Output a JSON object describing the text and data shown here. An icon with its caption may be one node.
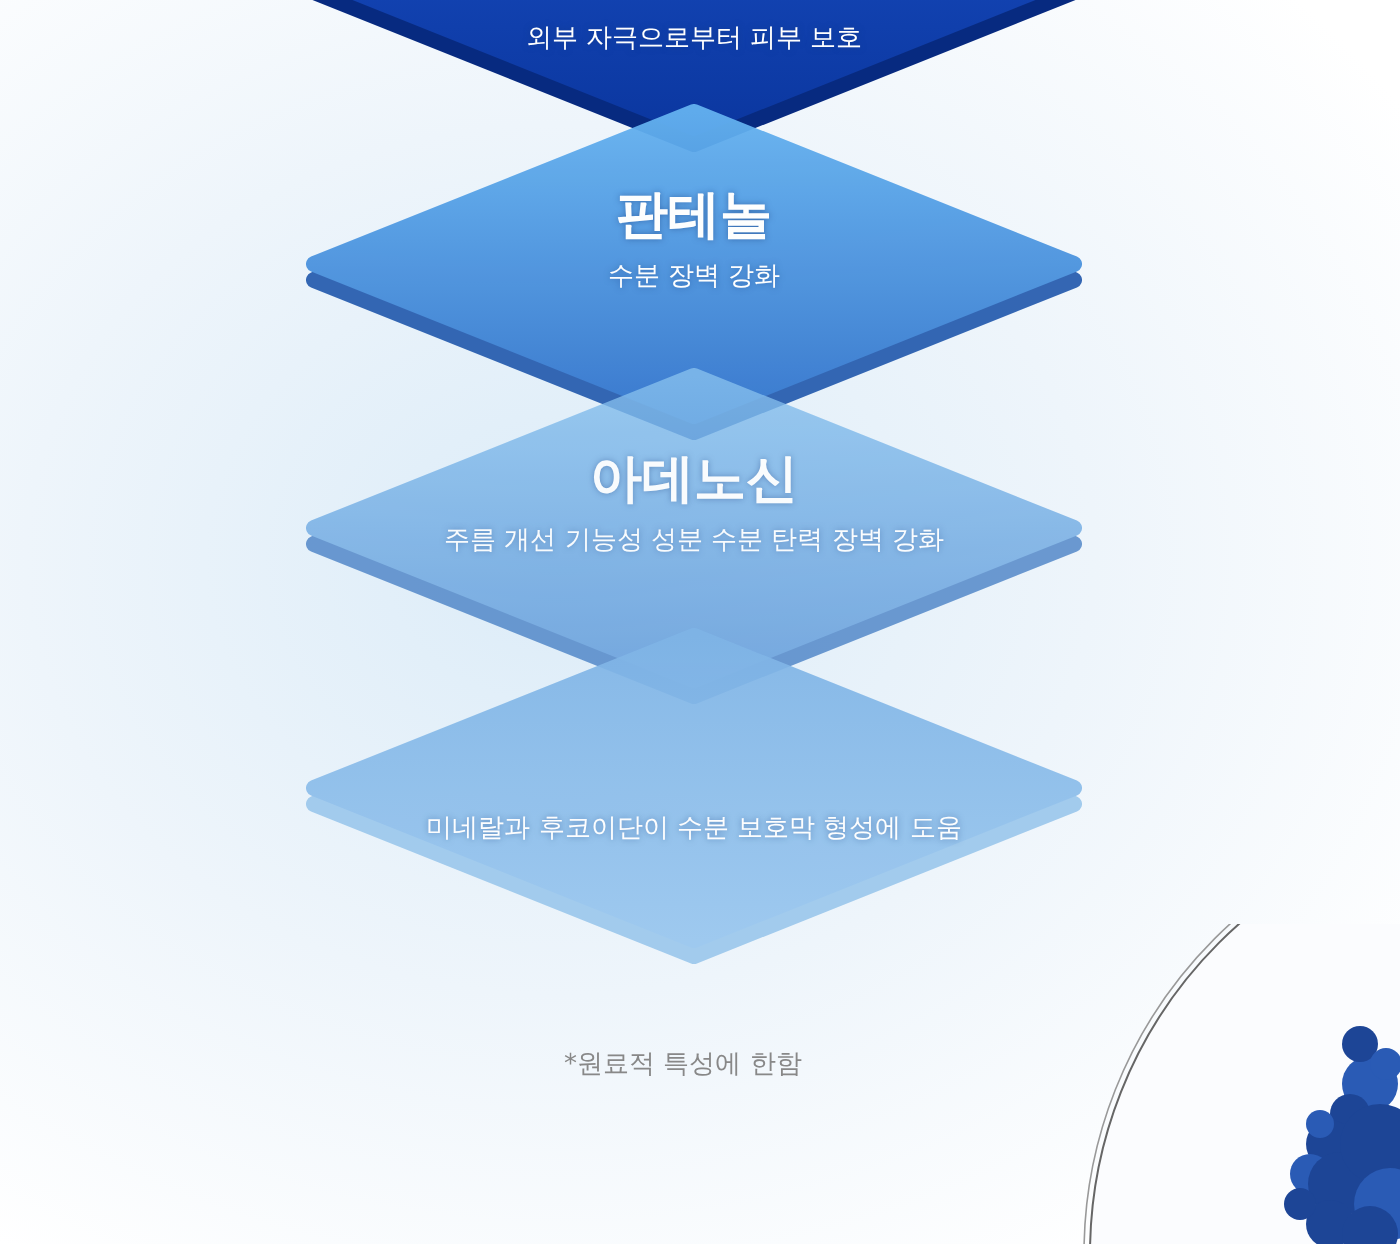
{
  "diagram": {
    "nodes": [
      {
        "text": [
          "외부 자극으로부터 피부 보호"
        ]
      },
      {
        "text": [
          "판테놀",
          "수분 장벽 강화"
        ]
      },
      {
        "text": [
          "아데노신",
          "주름 개선 기능성 성분 수분 탄력 장벽 강화"
        ]
      },
      {
        "text": [
          "미네랄과 후코이단이 수분 보호막 형성에 도움"
        ]
      }
    ],
    "labels": [
      "*원료적 특성에 한함"
    ]
  }
}
